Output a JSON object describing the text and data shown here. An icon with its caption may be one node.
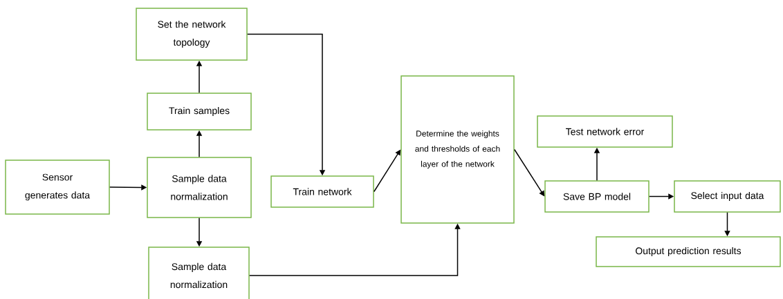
{
  "diagram": {
    "nodes": [
      {
        "text": [
          "Sensor generates data"
        ]
      },
      {
        "text": [
          "Sample data normalization"
        ]
      },
      {
        "text": [
          "Train samples"
        ]
      },
      {
        "text": [
          "Set the network topology"
        ]
      },
      {
        "text": [
          "Sample data normalization"
        ]
      },
      {
        "text": [
          "Train network"
        ]
      },
      {
        "text": [
          "Determine the weights and thresholds of each layer of the network"
        ]
      },
      {
        "text": [
          "Save BP model"
        ]
      },
      {
        "text": [
          "Test network error"
        ]
      },
      {
        "text": [
          "Select input data"
        ]
      },
      {
        "text": [
          "Output prediction results"
        ]
      }
    ],
    "edges": [
      {
        "from": 0,
        "to": 1,
        "arrow": "to"
      },
      {
        "from": 1,
        "to": 2,
        "arrow": "to"
      },
      {
        "from": 2,
        "to": 3,
        "arrow": "to"
      },
      {
        "from": 3,
        "to": 5,
        "arrow": "to"
      },
      {
        "from": 1,
        "to": 4,
        "arrow": "to"
      },
      {
        "from": 5,
        "to": 6,
        "arrow": "to"
      },
      {
        "from": 4,
        "to": 6,
        "arrow": "to"
      },
      {
        "from": 6,
        "to": 7,
        "arrow": "to"
      },
      {
        "from": 7,
        "to": 8,
        "arrow": "to"
      },
      {
        "from": 7,
        "to": 9,
        "arrow": "to"
      },
      {
        "from": 9,
        "to": 10,
        "arrow": "to"
      }
    ]
  }
}
